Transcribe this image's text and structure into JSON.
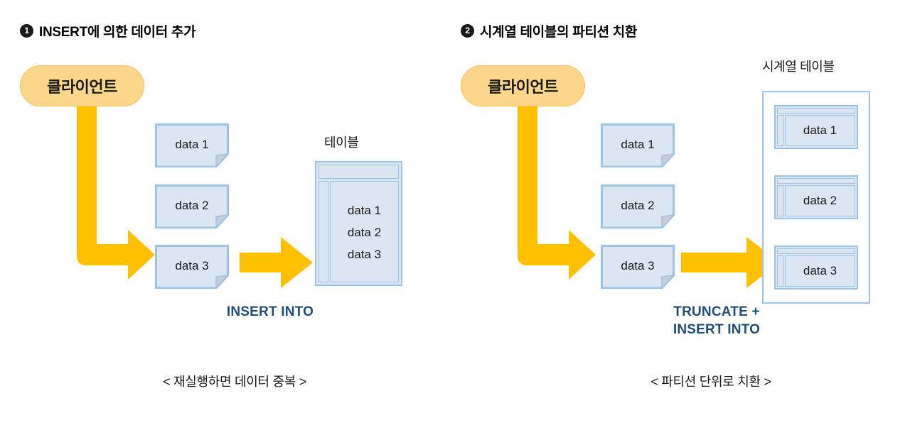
{
  "meta": {
    "accent_yellow": "#FFC000",
    "client_fill": "#FCD68A",
    "client_border": "#F6C062",
    "box_fill": "#DCE6F2",
    "box_border": "#9DC3E6",
    "sql_text_color": "#1F4E79",
    "background": "#FFFFFF"
  },
  "panels": [
    {
      "number": "1",
      "heading": "INSERT에 의한 데이터 추가",
      "client_label": "클라이언트",
      "notes": [
        "data 1",
        "data 2",
        "data 3"
      ],
      "table_caption": "테이블",
      "table_rows": [
        "data 1",
        "data 2",
        "data 3"
      ],
      "sql_label": "INSERT INTO",
      "bottom_caption": "< 재실행하면 데이터 중복 >"
    },
    {
      "number": "2",
      "heading": "시계열 테이블의 파티션 치환",
      "client_label": "클라이언트",
      "notes": [
        "data 1",
        "data 2",
        "data 3"
      ],
      "table_caption": "시계열 테이블",
      "partitions": [
        "data 1",
        "data 2",
        "data 3"
      ],
      "sql_label": "TRUNCATE +\nINSERT INTO",
      "bottom_caption": "< 파티션 단위로 치환 >"
    }
  ]
}
